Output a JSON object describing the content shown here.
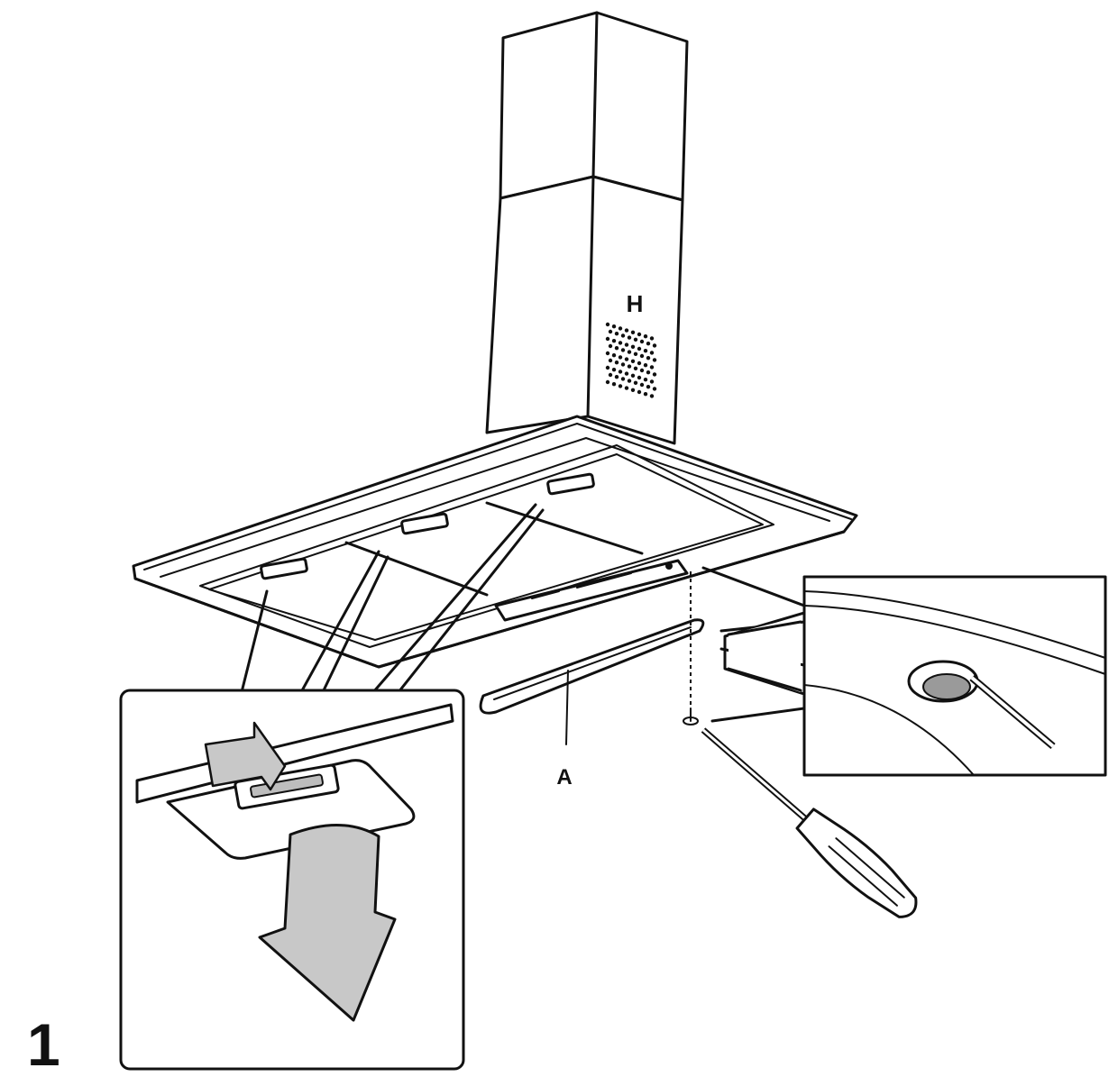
{
  "diagram": {
    "step_number": "1",
    "labels": {
      "hood_part": "H",
      "removed_part": "A"
    },
    "colors": {
      "line": "#111111",
      "arrow_fill": "#c8c8c8",
      "background": "#ffffff"
    },
    "icons": [
      "down-arrow-icon",
      "press-arrow-icon",
      "screwdriver-icon",
      "screw-icon"
    ]
  }
}
